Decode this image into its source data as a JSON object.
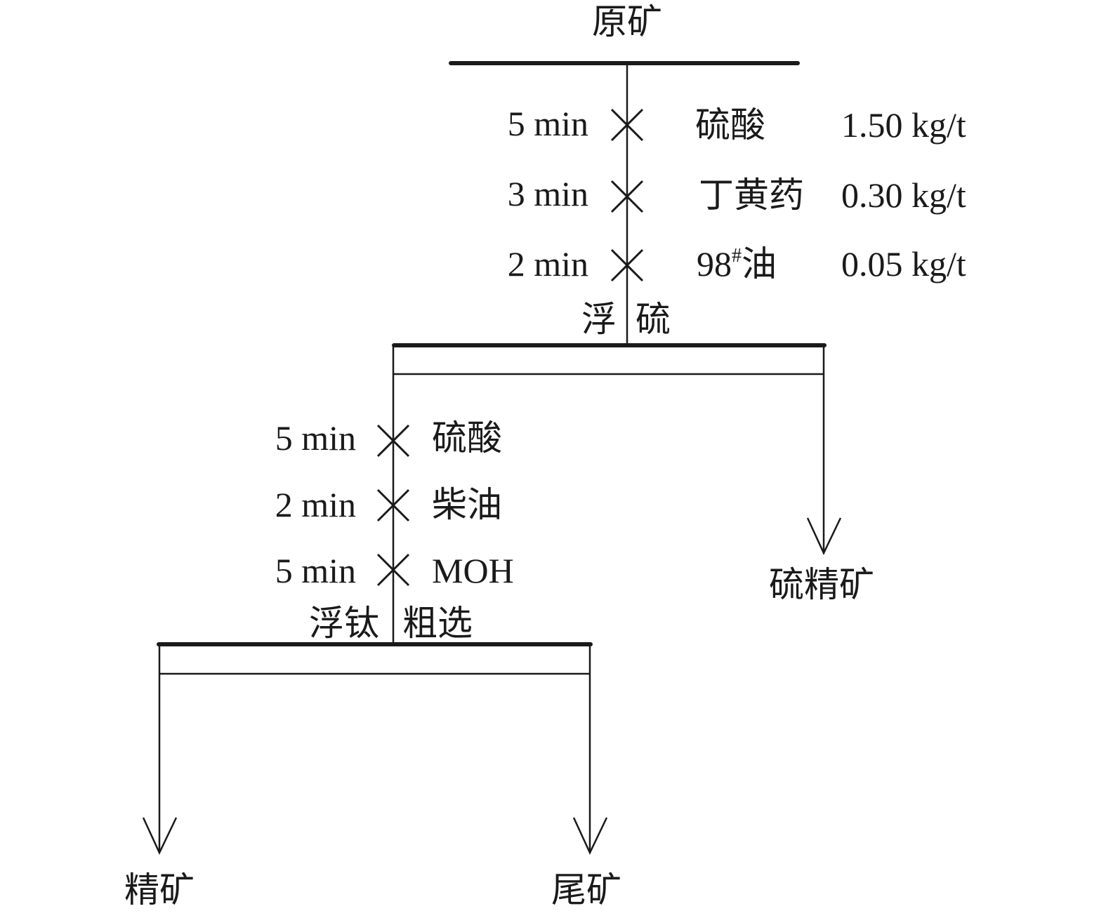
{
  "feed": "原矿",
  "stage1": {
    "name_left": "浮",
    "name_right": "硫",
    "reagents": [
      {
        "time": "5 min",
        "reagent": "硫酸",
        "dosage": "1.50 kg/t"
      },
      {
        "time": "3 min",
        "reagent": "丁黄药",
        "dosage": "0.30 kg/t"
      },
      {
        "time": "2 min",
        "reagent": "98",
        "reagent_sup": "#",
        "reagent_suffix": "油",
        "dosage": "0.05 kg/t"
      }
    ],
    "product": "硫精矿"
  },
  "stage2": {
    "name_left": "浮钛",
    "name_right": "粗选",
    "reagents": [
      {
        "time": "5 min",
        "reagent": "硫酸"
      },
      {
        "time": "2 min",
        "reagent": "柴油"
      },
      {
        "time": "5 min",
        "reagent": "MOH"
      }
    ],
    "concentrate": "精矿",
    "tailings": "尾矿"
  }
}
